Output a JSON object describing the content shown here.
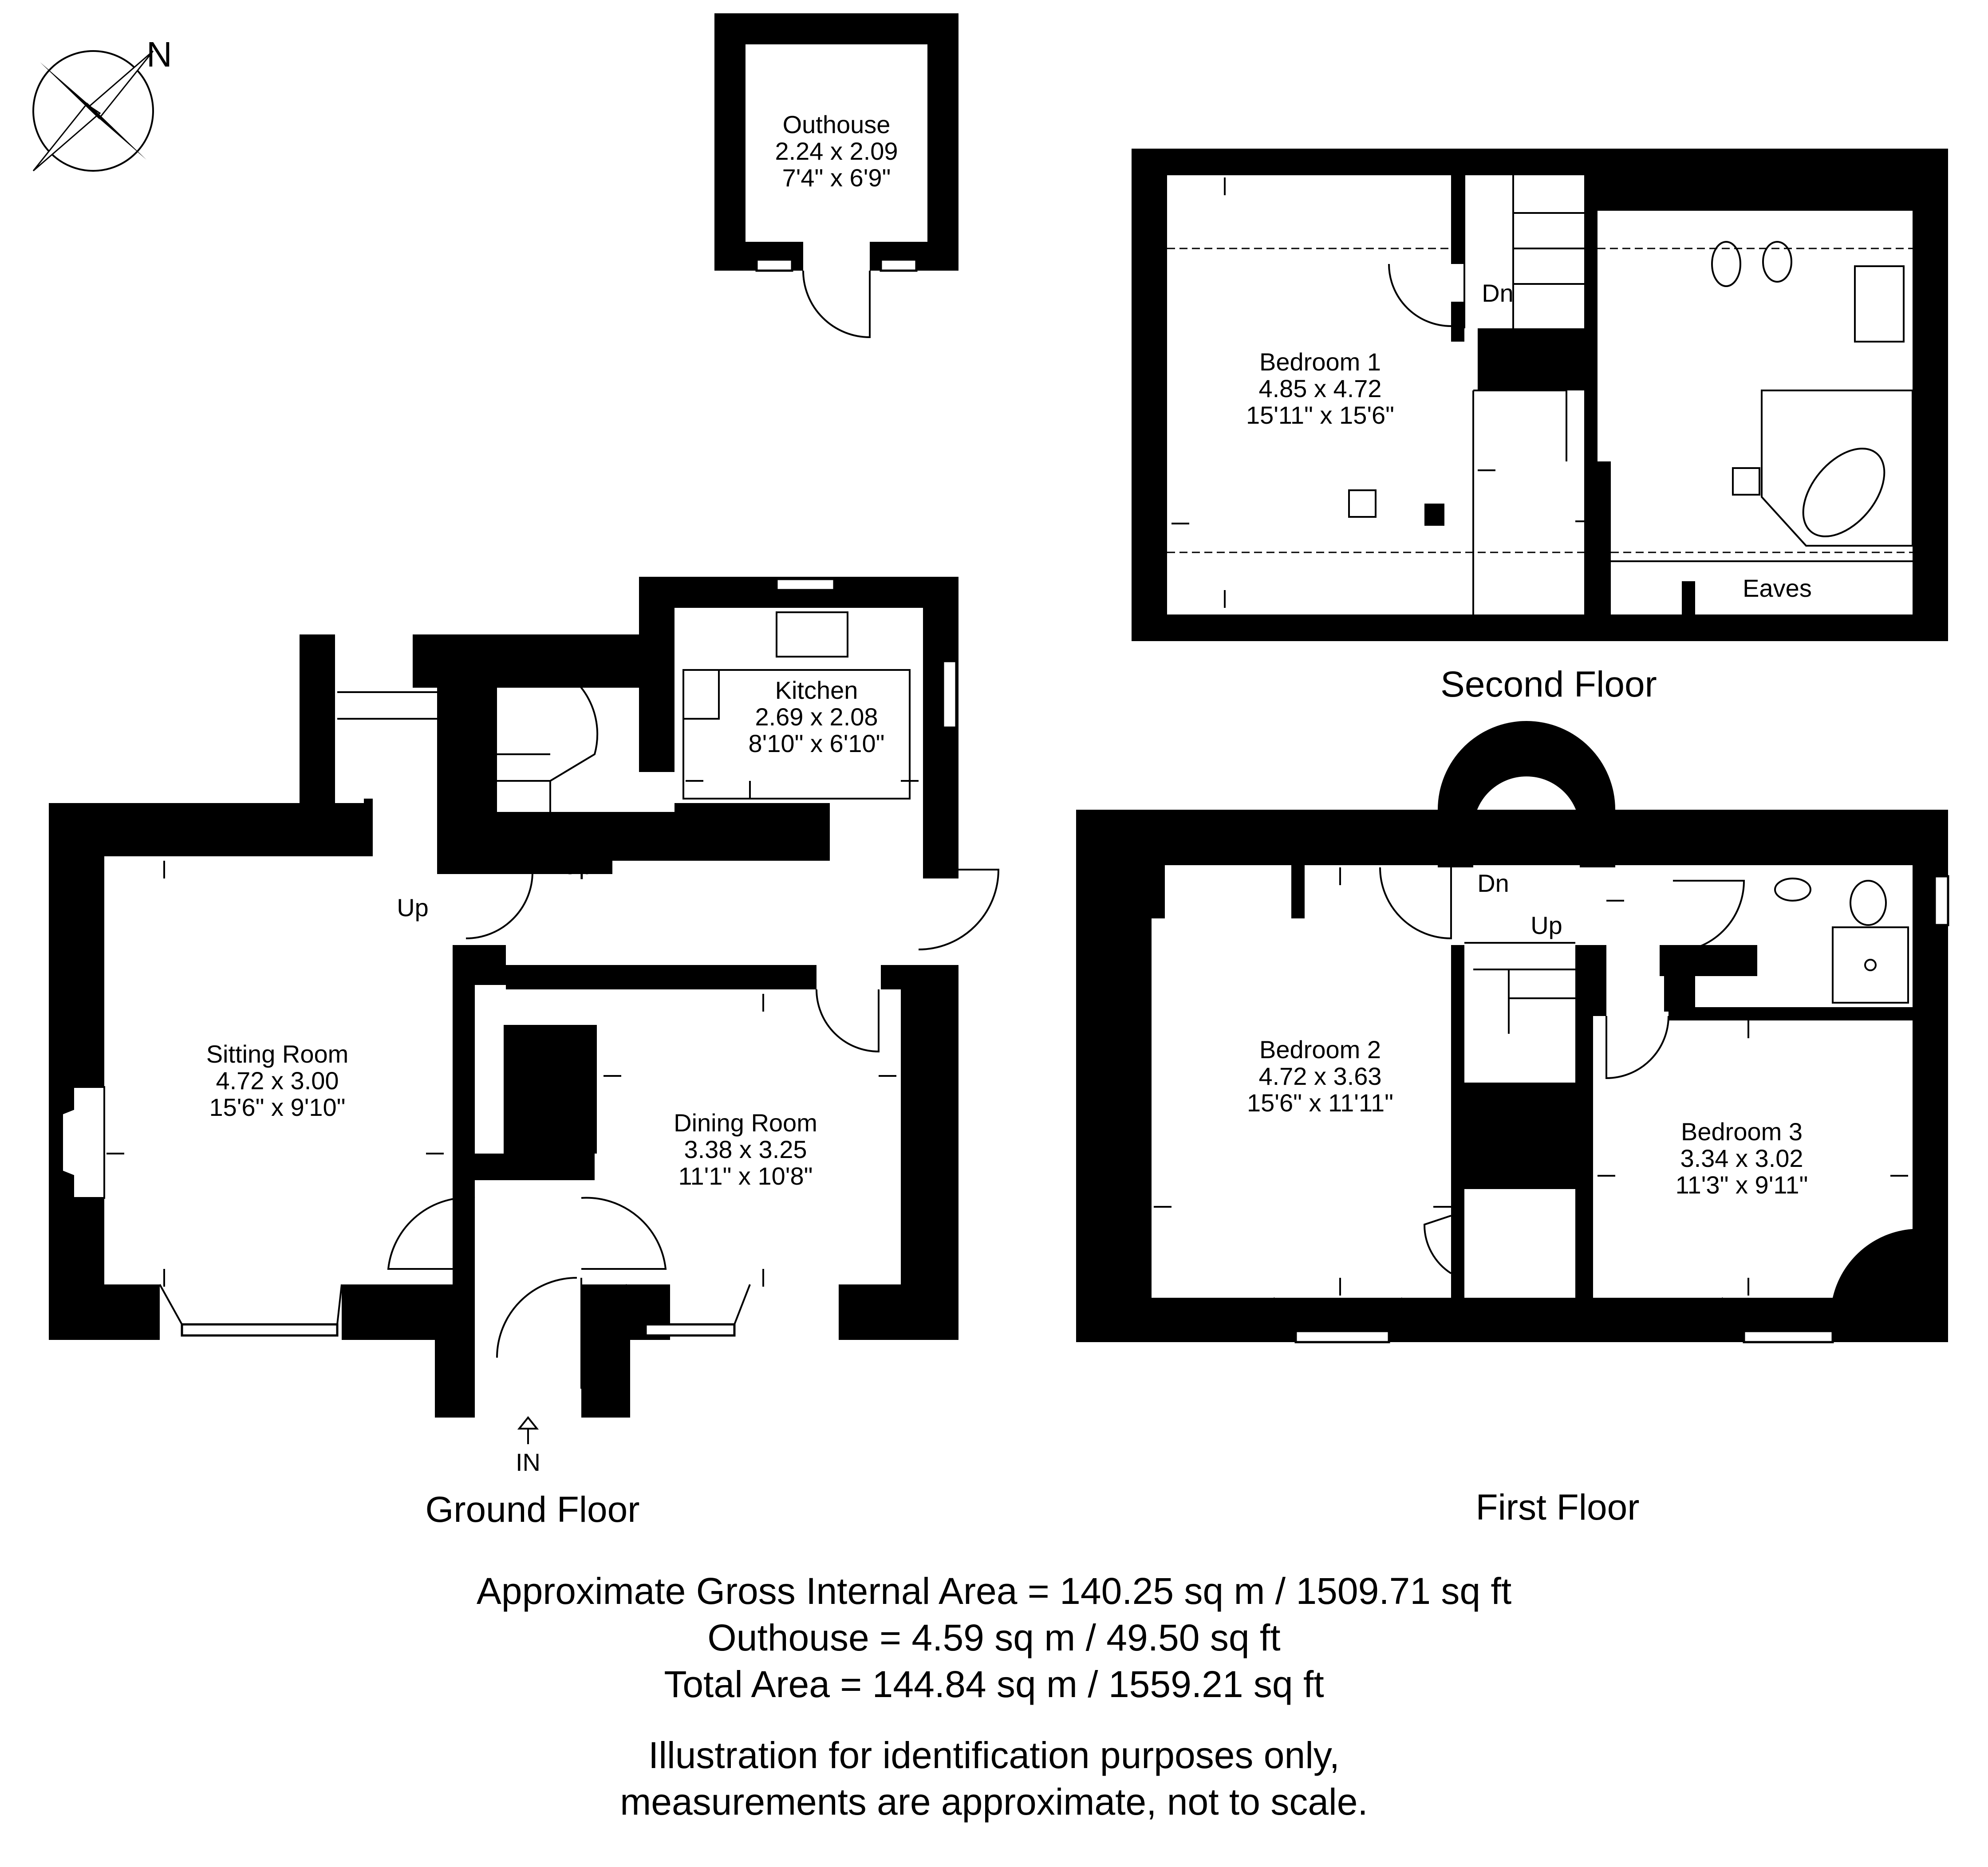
{
  "compass": {
    "north_label": "N",
    "icon": "compass-rose-icon"
  },
  "rooms": {
    "outhouse": {
      "name": "Outhouse",
      "metric": "2.24 x 2.09",
      "imperial": "7'4\" x 6'9\""
    },
    "bedroom1": {
      "name": "Bedroom 1",
      "metric": "4.85 x 4.72",
      "imperial": "15'11\" x 15'6\""
    },
    "kitchen": {
      "name": "Kitchen",
      "metric": "2.69 x 2.08",
      "imperial": "8'10\" x 6'10\""
    },
    "sitting": {
      "name": "Sitting Room",
      "metric": "4.72 x 3.00",
      "imperial": "15'6\" x 9'10\""
    },
    "dining": {
      "name": "Dining Room",
      "metric": "3.38 x 3.25",
      "imperial": "11'1\" x 10'8\""
    },
    "bedroom2": {
      "name": "Bedroom 2",
      "metric": "4.72 x 3.63",
      "imperial": "15'6\" x 11'11\""
    },
    "bedroom3": {
      "name": "Bedroom 3",
      "metric": "3.34 x 3.02",
      "imperial": "11'3\" x 9'11\""
    }
  },
  "labels": {
    "eaves": "Eaves",
    "dn": "Dn",
    "up": "Up",
    "entrance": "IN"
  },
  "floors": {
    "ground": "Ground Floor",
    "first": "First Floor",
    "second": "Second Floor"
  },
  "areas": {
    "gross": "Approximate Gross Internal Area = 140.25 sq m / 1509.71 sq ft",
    "outhouse": "Outhouse = 4.59 sq m / 49.50 sq ft",
    "total": "Total Area = 144.84 sq m / 1559.21 sq ft"
  },
  "disclaimer": {
    "line1": "Illustration for identification purposes only,",
    "line2": "measurements are approximate, not to scale."
  }
}
